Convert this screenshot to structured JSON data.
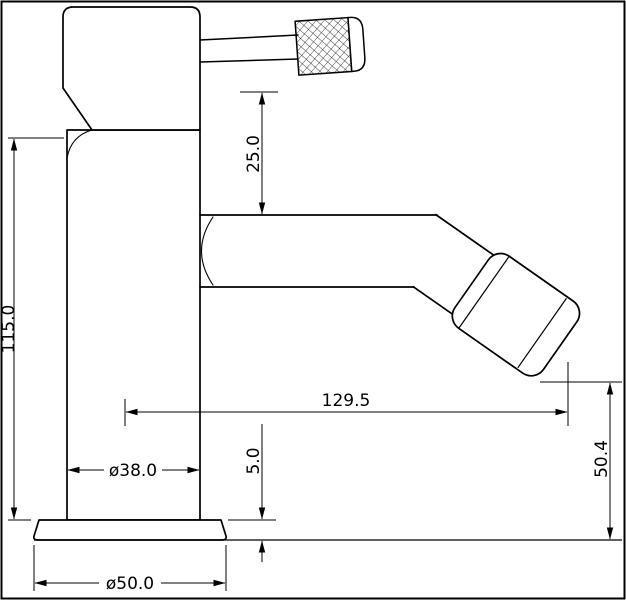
{
  "drawing": {
    "background": "#ffffff",
    "line_color": "#000000",
    "dimensions": {
      "handle_to_spout": "25.0",
      "body_height": "115.0",
      "spout_reach": "129.5",
      "body_diameter": "ø38.0",
      "base_plate_height": "5.0",
      "outlet_height": "50.4",
      "base_diameter": "ø50.0"
    }
  }
}
